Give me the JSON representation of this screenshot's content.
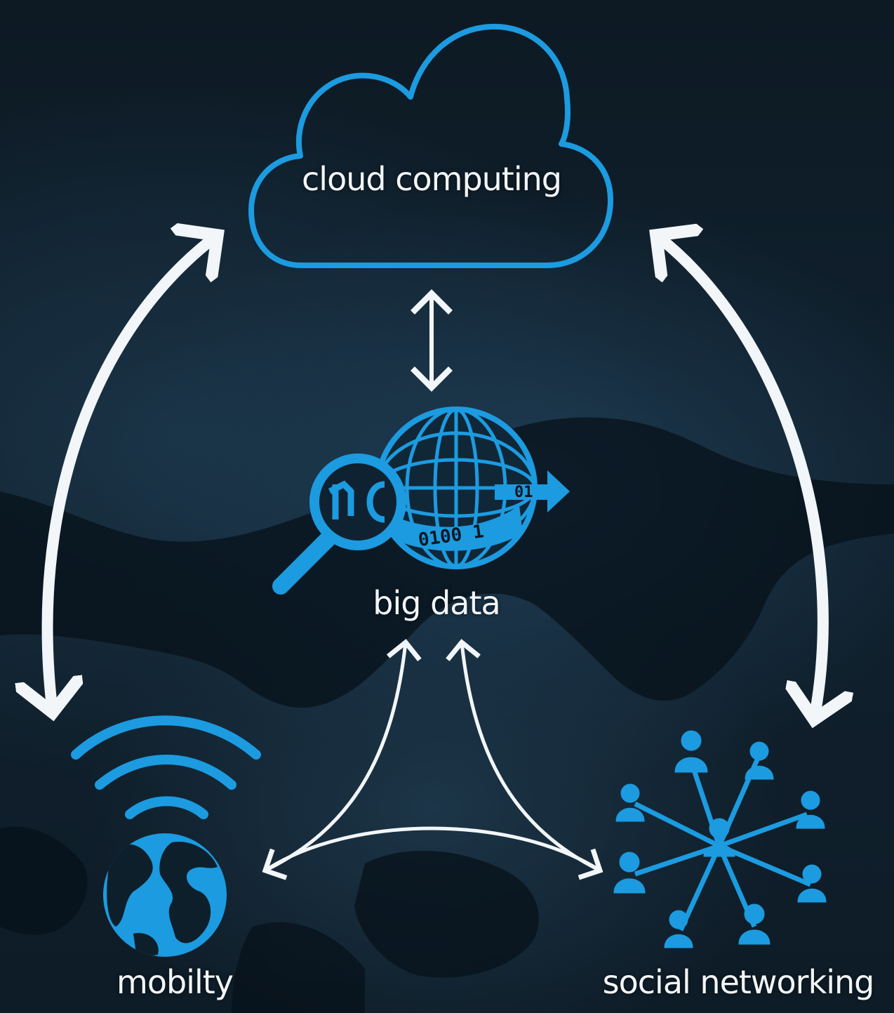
{
  "nodes": {
    "cloud": {
      "label": "cloud computing",
      "icon": "cloud-icon"
    },
    "big_data": {
      "label": "big data",
      "icon": "globe-magnifier-icon",
      "binary_arrow_text": "01",
      "binary_band_text": "0100 1"
    },
    "mobility": {
      "label": "mobilty",
      "icon": "wifi-globe-icon"
    },
    "social": {
      "label": "social networking",
      "icon": "people-network-icon"
    }
  },
  "colors": {
    "accent": "#1c9be0",
    "arrow": "#f2f6f9",
    "background": "#0d1a24"
  }
}
